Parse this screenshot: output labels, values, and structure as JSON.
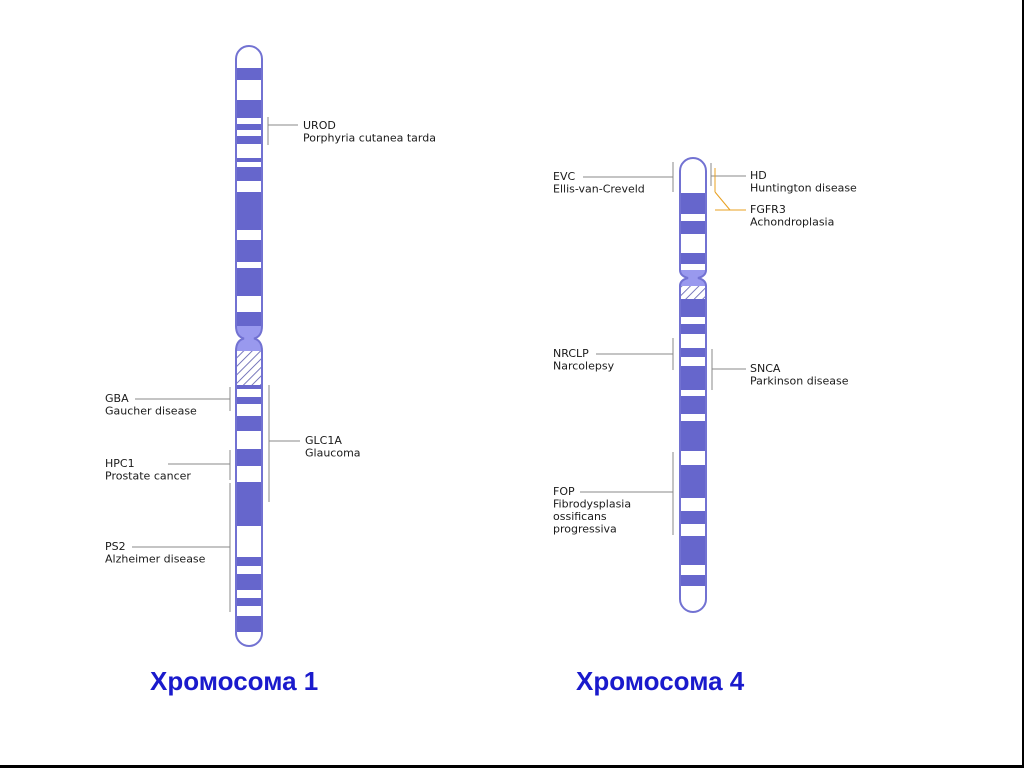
{
  "colors": {
    "band": "#6666cc",
    "outline": "#7272d2",
    "centromere": "#9999ee",
    "leader": "#888888",
    "leader_highlight": "#e8a020",
    "caption": "#1a1acc"
  },
  "chromosome_1": {
    "caption": "Хромосома 1",
    "genes": [
      {
        "symbol": "UROD",
        "disease": [
          "Porphyria cutanea tarda"
        ]
      },
      {
        "symbol": "GBA",
        "disease": [
          "Gaucher disease"
        ]
      },
      {
        "symbol": "GLC1A",
        "disease": [
          "Glaucoma"
        ]
      },
      {
        "symbol": "HPC1",
        "disease": [
          "Prostate cancer"
        ]
      },
      {
        "symbol": "PS2",
        "disease": [
          "Alzheimer disease"
        ]
      }
    ]
  },
  "chromosome_4": {
    "caption": "Хромосома 4",
    "genes": [
      {
        "symbol": "EVC",
        "disease": [
          "Ellis-van-Creveld"
        ]
      },
      {
        "symbol": "HD",
        "disease": [
          "Huntington disease"
        ]
      },
      {
        "symbol": "FGFR3",
        "disease": [
          "Achondroplasia"
        ]
      },
      {
        "symbol": "NRCLP",
        "disease": [
          "Narcolepsy"
        ]
      },
      {
        "symbol": "SNCA",
        "disease": [
          "Parkinson disease"
        ]
      },
      {
        "symbol": "FOP",
        "disease": [
          "Fibrodysplasia",
          "ossificans",
          "progressiva"
        ]
      }
    ]
  }
}
